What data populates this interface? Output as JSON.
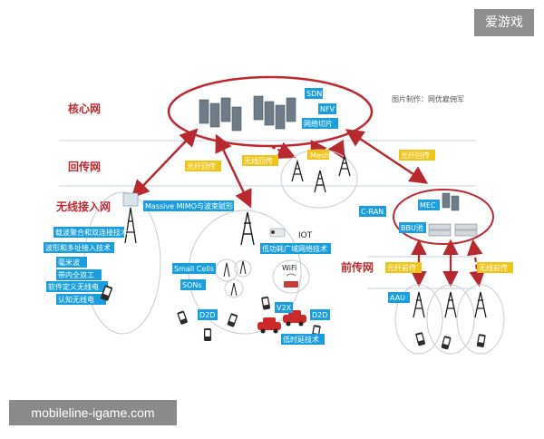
{
  "watermark": {
    "brand": "爱游戏",
    "site": "mobileline-igame.com"
  },
  "credit": "图片制作：网优雇佣军",
  "layers": {
    "core": "核心网",
    "backhaul": "回传网",
    "ran": "无线接入网",
    "fronthaul": "前传网"
  },
  "core_tags": [
    "SDN",
    "NFV",
    "网络切片"
  ],
  "links": {
    "fiber_backhaul_left": "光纤回传",
    "wireless_backhaul": "无线回传",
    "fiber_backhaul_right": "光纤回传",
    "fiber_fronthaul": "光纤前传",
    "wireless_fronthaul": "无线前传"
  },
  "labels": {
    "mesh": "Mesh",
    "massive_mimo": "Massive MIMO与波束赋形",
    "iot": "IOT",
    "lpwan": "低功耗广域网络技术",
    "small_cells": "Small Cells",
    "sons": "SONs",
    "wifi": "WiFi",
    "v2x": "V2X",
    "d2d_left": "D2D",
    "d2d_right": "D2D",
    "low_latency": "低时延技术",
    "cran": "C-RAN",
    "mec": "MEC",
    "bbu_pool": "BBU池",
    "aau": "AAU"
  },
  "techs": [
    "载波聚合和双连接技术",
    "波形和多址接入技术",
    "毫米波",
    "带内全双工",
    "软件定义无线电",
    "认知无线电"
  ],
  "colors": {
    "label_blue": "#1a9ee0",
    "tag_yellow": "#f0c419",
    "core_red": "#c0282f",
    "layer_text": "#c0282f"
  }
}
